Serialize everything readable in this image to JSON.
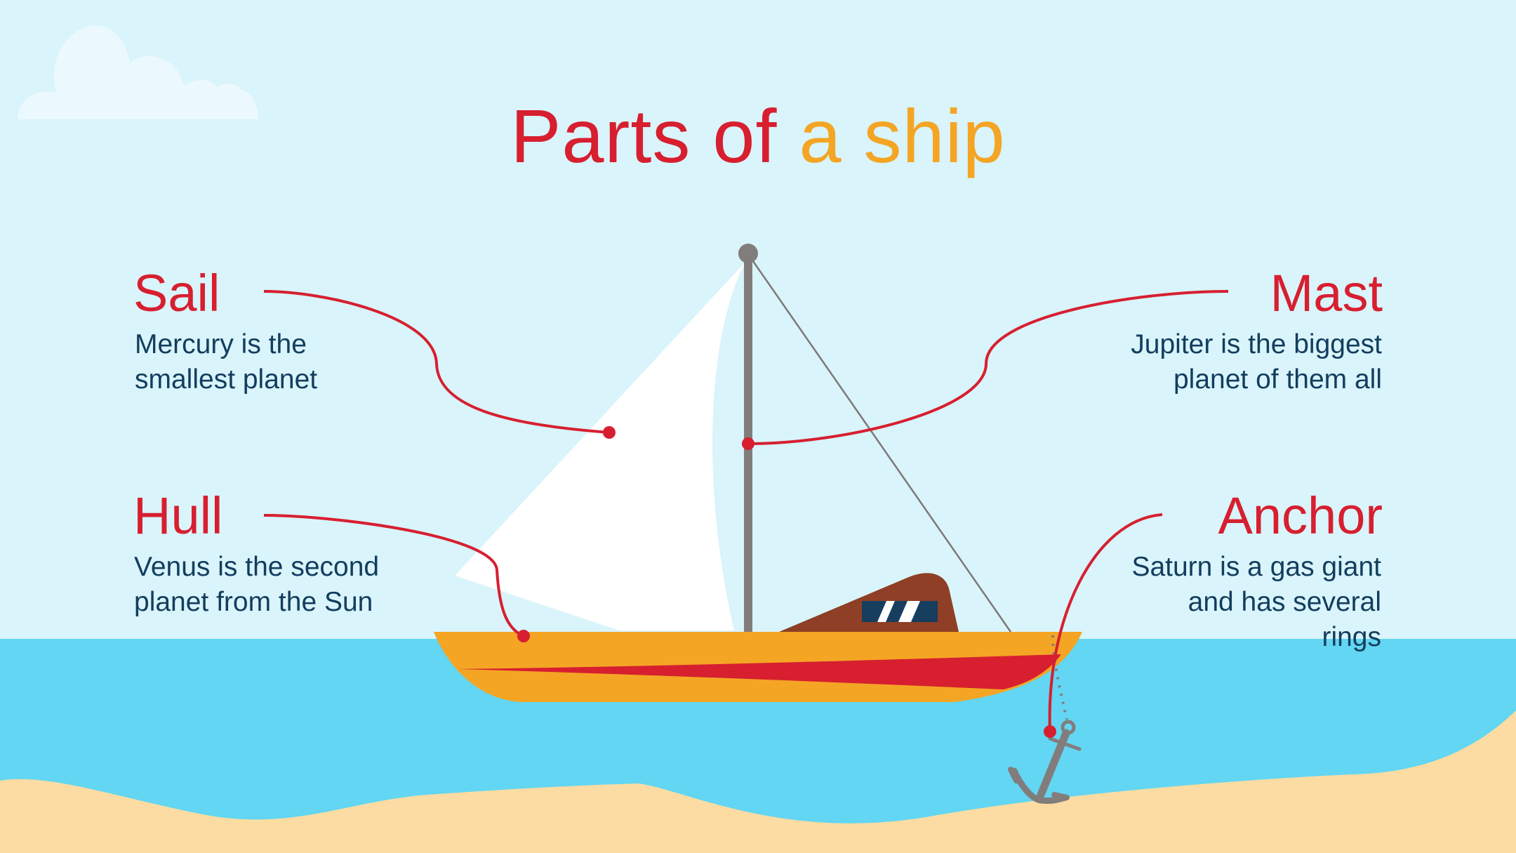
{
  "title": {
    "part1": "Parts of",
    "part2": "a ship"
  },
  "parts": {
    "sail": {
      "label": "Sail",
      "desc_line1": "Mercury is the",
      "desc_line2": "smallest planet"
    },
    "mast": {
      "label": "Mast",
      "desc_line1": "Jupiter is the biggest",
      "desc_line2": "planet of them all"
    },
    "hull": {
      "label": "Hull",
      "desc_line1": "Venus is the second",
      "desc_line2": "planet from the Sun"
    },
    "anchor": {
      "label": "Anchor",
      "desc_line1": "Saturn is a gas giant",
      "desc_line2": "and has several",
      "desc_line3": "rings"
    }
  },
  "colors": {
    "sky": "#d9f4fa",
    "sea": "#62d6f2",
    "sand": "#fcdca2",
    "hull": "#f4a524",
    "stripe": "#d71f30",
    "cabin": "#8e3f25",
    "mast": "#827d7d",
    "sail": "#ffffff",
    "accent": "#d71f30",
    "text": "#123d5e",
    "title_primary": "#d71f30",
    "title_secondary": "#f4a524"
  },
  "icons": [
    "cloud-icon",
    "anchor-icon"
  ]
}
